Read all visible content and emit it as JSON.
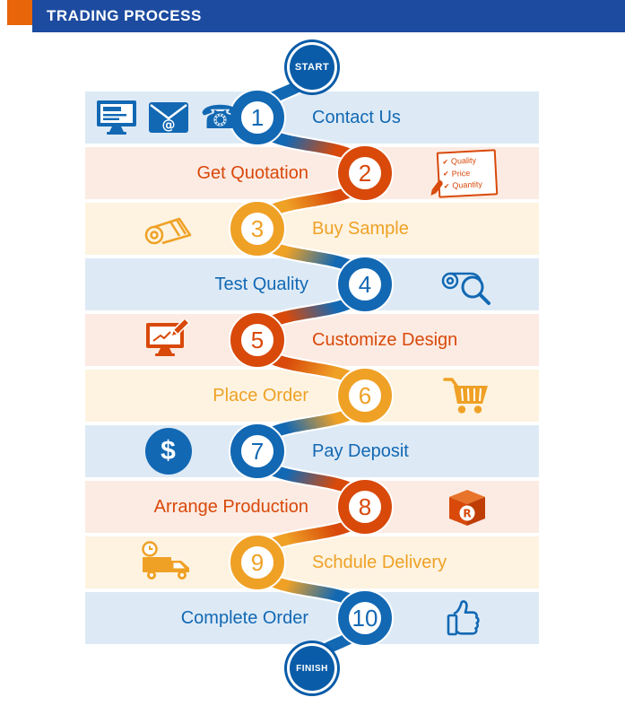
{
  "header": {
    "title": "TRADING PROCESS",
    "bar_color": "#1c4ba0",
    "accent_color": "#e8650a"
  },
  "terminals": {
    "start": "START",
    "finish": "FINISH",
    "color": "#0a5ca8"
  },
  "glyphs": {
    "check": "✔",
    "at": "@",
    "phone": "☎",
    "dollar": "$",
    "box_letter": "R"
  },
  "palette": {
    "blue": "#1268b3",
    "red": "#d8490a",
    "yellow": "#efa126",
    "band_blue": "#ddeaf6",
    "band_red": "#fcebe3",
    "band_yellow": "#fdf3e0"
  },
  "steps": [
    {
      "num": "1",
      "label": "Contact Us",
      "color": "blue",
      "icon_side": "left",
      "icons": [
        "monitor-icon",
        "email-icon",
        "phone-icon"
      ]
    },
    {
      "num": "2",
      "label": "Get Quotation",
      "color": "red",
      "icon_side": "right",
      "icons": [
        "quotation-checklist-icon"
      ],
      "checklist": [
        "Quality",
        "Price",
        "Quantity"
      ]
    },
    {
      "num": "3",
      "label": "Buy Sample",
      "color": "yellow",
      "icon_side": "left",
      "icons": [
        "fabric-sample-icon"
      ]
    },
    {
      "num": "4",
      "label": "Test Quality",
      "color": "blue",
      "icon_side": "right",
      "icons": [
        "magnifier-fabric-icon"
      ]
    },
    {
      "num": "5",
      "label": "Customize Design",
      "color": "red",
      "icon_side": "left",
      "icons": [
        "design-monitor-icon"
      ]
    },
    {
      "num": "6",
      "label": "Place Order",
      "color": "yellow",
      "icon_side": "right",
      "icons": [
        "shopping-cart-icon"
      ]
    },
    {
      "num": "7",
      "label": "Pay Deposit",
      "color": "blue",
      "icon_side": "left",
      "icons": [
        "dollar-coin-icon"
      ]
    },
    {
      "num": "8",
      "label": "Arrange Production",
      "color": "red",
      "icon_side": "right",
      "icons": [
        "production-box-icon"
      ]
    },
    {
      "num": "9",
      "label": "Schdule Delivery",
      "color": "yellow",
      "icon_side": "left",
      "icons": [
        "delivery-truck-icon"
      ]
    },
    {
      "num": "10",
      "label": "Complete Order",
      "color": "blue",
      "icon_side": "right",
      "icons": [
        "thumbs-up-icon"
      ]
    }
  ]
}
